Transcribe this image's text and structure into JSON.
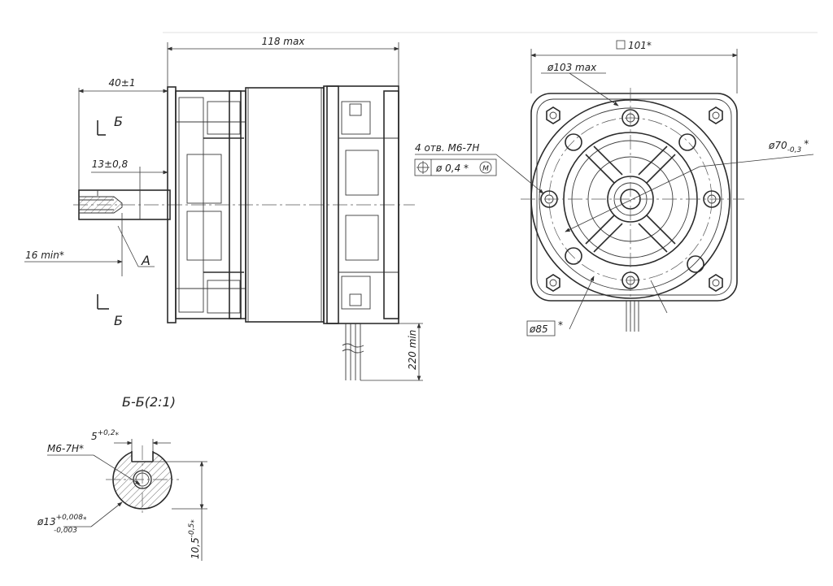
{
  "side_view": {
    "overall_length": "118 max",
    "shaft_length": "40±1",
    "key_offset": "13±0,8",
    "thread_depth": "16 min*",
    "detail_label": "A",
    "section_marker_top": "Б",
    "section_marker_bottom": "Б",
    "lead_length": "220 min"
  },
  "front_view": {
    "square_size": "101*",
    "flange_diameter": "ø103 max",
    "holes_note": "4 отв. M6-7H",
    "position_tolerance": "ø 0,4 *",
    "position_modifier": "M",
    "bolt_circle_base": "ø70",
    "bolt_circle_tol": "-0,3",
    "bolt_circle_star": "*",
    "pilot_diameter": "ø85",
    "pilot_star": "*"
  },
  "section": {
    "title": "Б-Б(2:1)",
    "thread_label": "M6-7H*",
    "flat_width_base": "5",
    "flat_width_tol": "+0,2",
    "flat_width_star": "*",
    "shaft_dia_base": "ø13",
    "shaft_dia_tol_upper": "+0,008",
    "shaft_dia_tol_lower": "-0,003",
    "shaft_dia_star": "*",
    "flat_height_base": "10,5",
    "flat_height_tol": "-0,5",
    "flat_height_star": "*"
  }
}
